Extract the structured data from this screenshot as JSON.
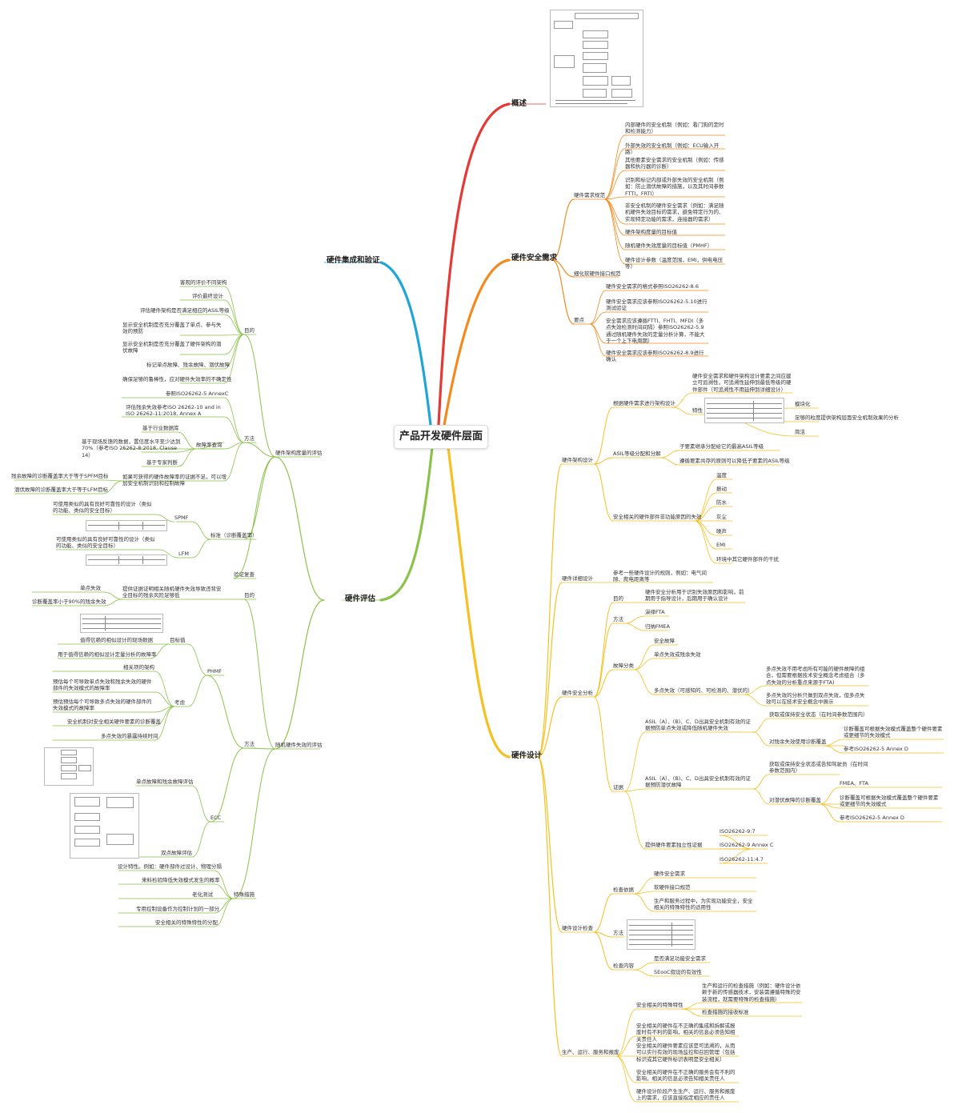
{
  "root": "产品开发硬件层面",
  "colors": {
    "overview": "#e53935",
    "req": "#f28a1e",
    "design": "#f5c021",
    "eval": "#8bc34a",
    "integ": "#1fa5d6"
  },
  "right": {
    "overview": {
      "label": "概述"
    },
    "req": {
      "label": "硬件安全需求",
      "spec": {
        "label": "硬件需求规范",
        "items": [
          "内部硬件的安全机制（例如：看门狗的定时和检测能力）",
          "外部失效的安全机制（例如：ECU输入开路）",
          "其他要素安全需求的安全机制（例如：传感器和执行器的诊断）",
          "识别和标记内部或外部失效的安全机制（例如：防止潜伏故障的措施，以及其时间参数FTTI，FRTI）",
          "非安全机制的硬件安全需求（例如：满足随机硬件失效目标的需求，避免特定行为的、实现特定功能的需求，连接器的需求）",
          "硬件架构度量的目标值",
          "随机硬件失效度量的目标值（PMHF）",
          "硬件设计参数（温度范围，EMI，供电电压等）"
        ]
      },
      "hsi": {
        "label": "细化软硬件接口规范"
      },
      "key": {
        "label": "要点",
        "items": [
          "硬件安全需求的格式参照ISO26262-8.6",
          "硬件安全需求应该参照ISO26262-5.10进行测试验证",
          "安全需求应该遵循FTTI、FHTI、MFDI（多点失效检测时间间隔）参照ISO26262-5.9通过随机硬件失效的定量分析计算，不能大于一个上下电周期）",
          "硬件安全需求应该参照ISO26262-8.9进行确认"
        ]
      }
    },
    "design": {
      "label": "硬件设计",
      "arch": {
        "label": "硬件架构设计",
        "basis": {
          "label": "根据硬件需求进行架构设计",
          "desc": "硬件安全需求和硬件架构设计要素之间应建立可追溯性，可追溯性延伸到最低等级的硬件部件（可追溯性不用延伸到详细设计）",
          "feature": {
            "label": "特性",
            "items": [
              "模块化",
              "足够的粒度提供架构层面安全机制效果的分析",
              "简洁"
            ]
          }
        },
        "asil": {
          "label": "ASIL等级分配和分解",
          "items": [
            "子要素继承分配给它的最高ASIL等级",
            "遵循要素共存的原则可以降低子要素的ASIL等级"
          ]
        },
        "cause": {
          "label": "安全相关的硬件部件非功能原因的失效",
          "items": [
            "温度",
            "振动",
            "防水",
            "灰尘",
            "噪声",
            "EMI",
            "环境中其它硬件部件的干扰"
          ]
        }
      },
      "detail": {
        "label": "硬件详细设计",
        "desc": "参考一些硬件设计的规则，例如：电气间隙、爬电距离等"
      },
      "analysis": {
        "label": "硬件安全分析",
        "purpose": {
          "label": "目的",
          "desc": "硬件安全分析用于识别失效原因和影响，前期用于指导设计，后期用于确认设计"
        },
        "methods": {
          "label": "方法",
          "items": [
            "演绎FTA",
            "归纳FMEA"
          ]
        },
        "fault": {
          "label": "故障分类",
          "items": [
            "安全故障",
            "单点失效或残余失效"
          ],
          "multi": {
            "label": "多点失效（可感知的、可检测的、潜伏的）",
            "items": [
              "多点失效不用考虑所有可能的硬件故障的组合，但需要根据技术安全概念考虑组合（多点失效的分析重点来源于FTA)",
              "多点失效的分析只做到双点失效，但多点失效可以在技术安全概念中展示"
            ]
          }
        },
        "evidence": {
          "label": "证据",
          "single": {
            "label": "ASIL（A）、(B)、C、D出具安全机制有效的证据预防单点失效或降低随机硬件失效",
            "items": [
              "获取或保持安全状态（在时间参数范围内）"
            ],
            "diag": {
              "label": "对残余失效使用诊断覆盖",
              "items": [
                "诊断覆盖可根据失效模式覆盖整个硬件要素或更细节的失效模式",
                "参考ISO26262-5 Annex D"
              ]
            }
          },
          "latent": {
            "label": "ASIL（A）、(B)、C、D出具安全机制有效的证据预防潜伏故障",
            "items": [
              "获取或保持安全状态或告知驾驶员（在时间参数范围内）"
            ],
            "diag": {
              "label": "对潜伏故障的诊断覆盖",
              "items": [
                "FMEA、FTA",
                "诊断覆盖可根据失效模式覆盖整个硬件要素或更细节的失效模式",
                "参考ISO26262-5 Annex D"
              ]
            }
          },
          "independence": {
            "label": "提供硬件要素独立性证据",
            "items": [
              "ISO26262-9:7",
              "ISO26262-9 Annex C",
              "ISO26262-11:4.7"
            ]
          }
        }
      },
      "verify": {
        "label": "硬件设计检查",
        "basis": {
          "label": "检查依据",
          "items": [
            "硬件安全需求",
            "软硬件接口规范",
            "生产和服务过程中，为实现功能安全，安全相关的特殊特性的适用性"
          ]
        },
        "method": {
          "label": "方法"
        },
        "content": {
          "label": "检查内容",
          "items": [
            "是否满足功能安全需求",
            "SEooC假设的有效性"
          ]
        }
      },
      "production": {
        "label": "生产、运行、服务和报废",
        "special": {
          "label": "安全相关的特殊特性",
          "items": [
            "生产和运行的检查措施（例如：硬件设计依赖于新的传感器技术，安装需遵循特殊的安装流程，就需要特殊的检查措施）",
            "检查措施的接收标准"
          ]
        },
        "items": [
          "安全相关的硬件在不正确的集成和拆解或报废时有不利的影响，相关的信息必须告知相关责任人",
          "安全相关的硬件要素应该是可追溯的，从而可以实行有效的现场监控和召回管理（包括标识或其它硬件标识表明是安全相关）",
          "安全相关的硬件在不正确的服务会有不利的影响，相关的信息必须告知相关责任人",
          "硬件设计阶段产生生产、运行、服务和报废上的需求，应该直接指定相应的责任人"
        ]
      }
    }
  },
  "left": {
    "integ": {
      "label": "硬件集成和验证"
    },
    "eval": {
      "label": "硬件评估",
      "arch": {
        "label": "硬件架构度量的评估",
        "purpose": {
          "label": "目的",
          "items": [
            "客观的评价不同架构",
            "评价最终设计",
            "评估硬件架构是否满足相应的ASIL等级",
            "显示安全机制是否充分覆盖了单点、参与失效的预防",
            "显示安全机制是否充分覆盖了硬件架构的潜伏故障",
            "标记单点故障、残余故障、潜伏故障",
            "确保足够的鲁棒性，应对硬件失效率的不确定性"
          ]
        },
        "method": {
          "label": "方法",
          "items": [
            "参照ISO26262-5 AnnexC",
            "评估残余失效参考ISO 26262-10 and in ISO 26262-11:2018, Annex A"
          ],
          "rate": {
            "label": "故障率查询",
            "items": [
              "基于行业数据库",
              "基于现场反馈的数据，置信度水平至少达到70%（参考ISO 26262-8:2018, Clause 14）",
              "基于专家判断"
            ]
          },
          "items2": [
            "如果可获得的硬件故障率的证据不足，可以增加安全机制识别和控制故障",
            "残余故障的诊断覆盖率大于等于SPFM目标",
            "潜伏故障的诊断覆盖率大于等于LFM目标"
          ]
        },
        "std": {
          "label": "标准（诊断覆盖率）",
          "spfm": {
            "label": "SPMF",
            "desc": "可使用类似的具有良好可靠性的设计（类似的功能、类似的安全目标）"
          },
          "lfm": {
            "label": "LFM",
            "desc": "可使用类似的具有良好可靠性的设计（类似的功能、类似的安全目标）"
          }
        },
        "review": {
          "label": "验证复查"
        }
      },
      "random": {
        "label": "随机硬件失效的评估",
        "purpose": {
          "label": "目的",
          "desc": "提供证据证明相关随机硬件失效导致违背安全目标的残余风险足够低",
          "items": [
            "单点失效",
            "诊断覆盖率小于90%的残余失效"
          ]
        },
        "method": {
          "label": "方法",
          "pmhf": {
            "label": "PHMF",
            "target": {
              "label": "目标值",
              "items": [
                "值得信赖的相似设计的现场数据",
                "用于值得信赖的相似设计定量分析的故障率"
              ]
            },
            "consider": {
              "label": "考虑",
              "items": [
                "相关项的架构",
                "预估每个可导致单点失效和残余失效的硬件部件的失效模式的故障率",
                "预估预估每个可导致多点失效的硬件部件的失效模式的故障率",
                "安全机制对安全相关硬件要素的诊断覆盖",
                "多点失效的暴露持续时间"
              ]
            }
          },
          "ecc": {
            "label": "ECC",
            "items": [
              "单点故障和残余故障评估",
              "双点故障评估"
            ]
          }
        },
        "special": {
          "label": "特殊措施",
          "items": [
            "设计特性。例如：硬件部件过设计、物理分隔",
            "来料检验降低失效模式发生的概率",
            "老化测试",
            "专用控制设备作为控制计划的一部分",
            "安全相关的特殊特性的分配"
          ]
        }
      }
    }
  }
}
